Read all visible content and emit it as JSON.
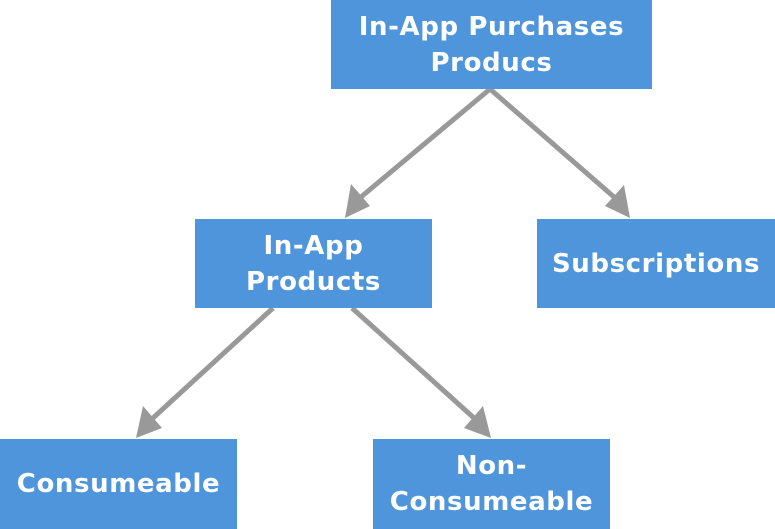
{
  "diagram": {
    "nodes": {
      "root": {
        "line1": "In-App Purchases",
        "line2": "Producs"
      },
      "in_app_products": {
        "line1": "In-App",
        "line2": "Products"
      },
      "subscriptions": {
        "label": "Subscriptions"
      },
      "consumeable": {
        "label": "Consumeable"
      },
      "non_consumeable": {
        "line1": "Non-",
        "line2": "Consumeable"
      }
    },
    "edges": [
      {
        "from": "root",
        "to": "in_app_products"
      },
      {
        "from": "root",
        "to": "subscriptions"
      },
      {
        "from": "in_app_products",
        "to": "consumeable"
      },
      {
        "from": "in_app_products",
        "to": "non_consumeable"
      }
    ],
    "colors": {
      "node_fill": "#4f95dc",
      "node_text": "#ffffff",
      "edge": "#999999"
    }
  }
}
